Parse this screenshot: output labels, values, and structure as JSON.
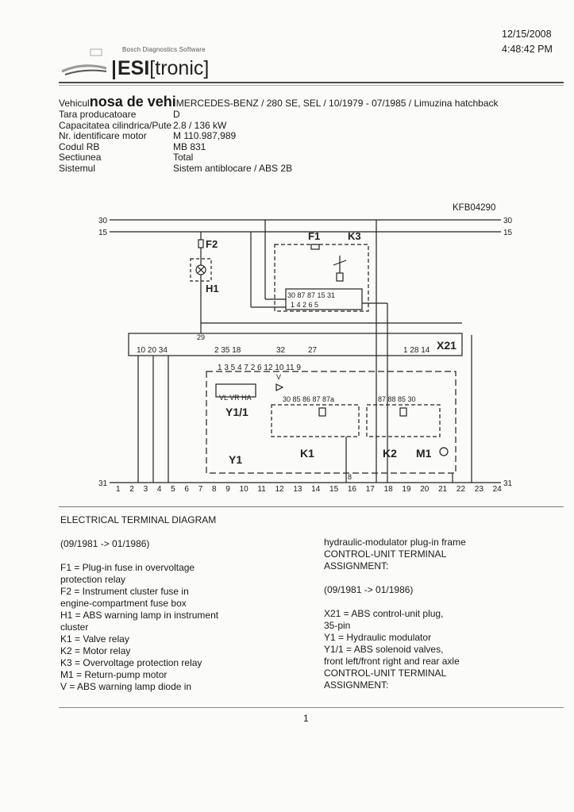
{
  "header": {
    "date": "12/15/2008",
    "time": "4:48:42 PM",
    "software": "Bosch Diagnostics Software",
    "logo_main": "ESI",
    "logo_sub": "[tronic]"
  },
  "vehicle": {
    "label": "Vehicul",
    "title_overlap": "nosa de vehi",
    "value": "MERCEDES-BENZ / 280 SE, SEL / 10/1979 - 07/1985 / Limuzina hatchback"
  },
  "info": [
    {
      "label": "Tara producatoare",
      "value": "D"
    },
    {
      "label": "Capacitatea cilindrica/Pute",
      "value": "2.8 / 136 kW"
    },
    {
      "label": "Nr. identificare motor",
      "value": "M 110.987,989"
    },
    {
      "label": "Codul RB",
      "value": "MB 831"
    },
    {
      "label": "Sectiunea",
      "value": "Total"
    },
    {
      "label": "Sistemul",
      "value": "Sistem antiblocare / ABS 2B"
    }
  ],
  "diagram": {
    "code": "KFB04290",
    "rails": {
      "r30": "30",
      "r15": "15",
      "r31": "31"
    },
    "components": {
      "f1": "F1",
      "f2": "F2",
      "k3": "K3",
      "h1": "H1",
      "x21": "X21",
      "y11": "Y1/1",
      "y1": "Y1",
      "k1": "K1",
      "k2": "K2",
      "m1": "M1",
      "v": "V"
    },
    "k3_pins_top": "30 87 87 15 31",
    "k3_pins_bottom": "1 4 2 6 5",
    "plug_pins_left": "10 20 34",
    "plug_pins_mid": "2 35 18",
    "plug_pin_29": "29",
    "plug_pin_32": "32",
    "plug_pin_27": "27",
    "plug_pins_right": "1 28 14",
    "mod_pins": "1 3 5 4 7 2 6 12 10 11 9",
    "valve_labels": "VL VR HA",
    "k1_pins": "30 85 86 87 87a",
    "k2_pins": "87 88 85 30",
    "pin_8": "8",
    "bottom_numbers": [
      "1",
      "2",
      "3",
      "4",
      "5",
      "6",
      "7",
      "8",
      "9",
      "10",
      "11",
      "12",
      "13",
      "14",
      "15",
      "16",
      "17",
      "18",
      "19",
      "20",
      "21",
      "22",
      "23",
      "24"
    ]
  },
  "legend": {
    "heading": "ELECTRICAL TERMINAL DIAGRAM",
    "period1": "(09/1981 -> 01/1986)",
    "items_left": [
      "F1  = Plug-in fuse in overvoltage",
      "protection relay",
      "F2  = Instrument cluster fuse in",
      "engine-compartment fuse box",
      "H1  = ABS warning lamp in instrument",
      "cluster",
      "K1  = Valve relay",
      "K2  = Motor relay",
      "K3  = Overvoltage protection relay",
      "M1  = Return-pump motor",
      "V   = ABS warning lamp diode in"
    ],
    "items_right": [
      "hydraulic-modulator plug-in frame",
      "CONTROL-UNIT TERMINAL",
      "ASSIGNMENT:",
      "",
      "(09/1981 -> 01/1986)",
      "",
      "X21  = ABS control-unit plug,",
      "35-pin",
      "Y1   = Hydraulic modulator",
      "Y1/1 = ABS solenoid valves,",
      "front left/front right and rear axle",
      "CONTROL-UNIT TERMINAL",
      "ASSIGNMENT:"
    ]
  },
  "footer": {
    "page": "1"
  }
}
